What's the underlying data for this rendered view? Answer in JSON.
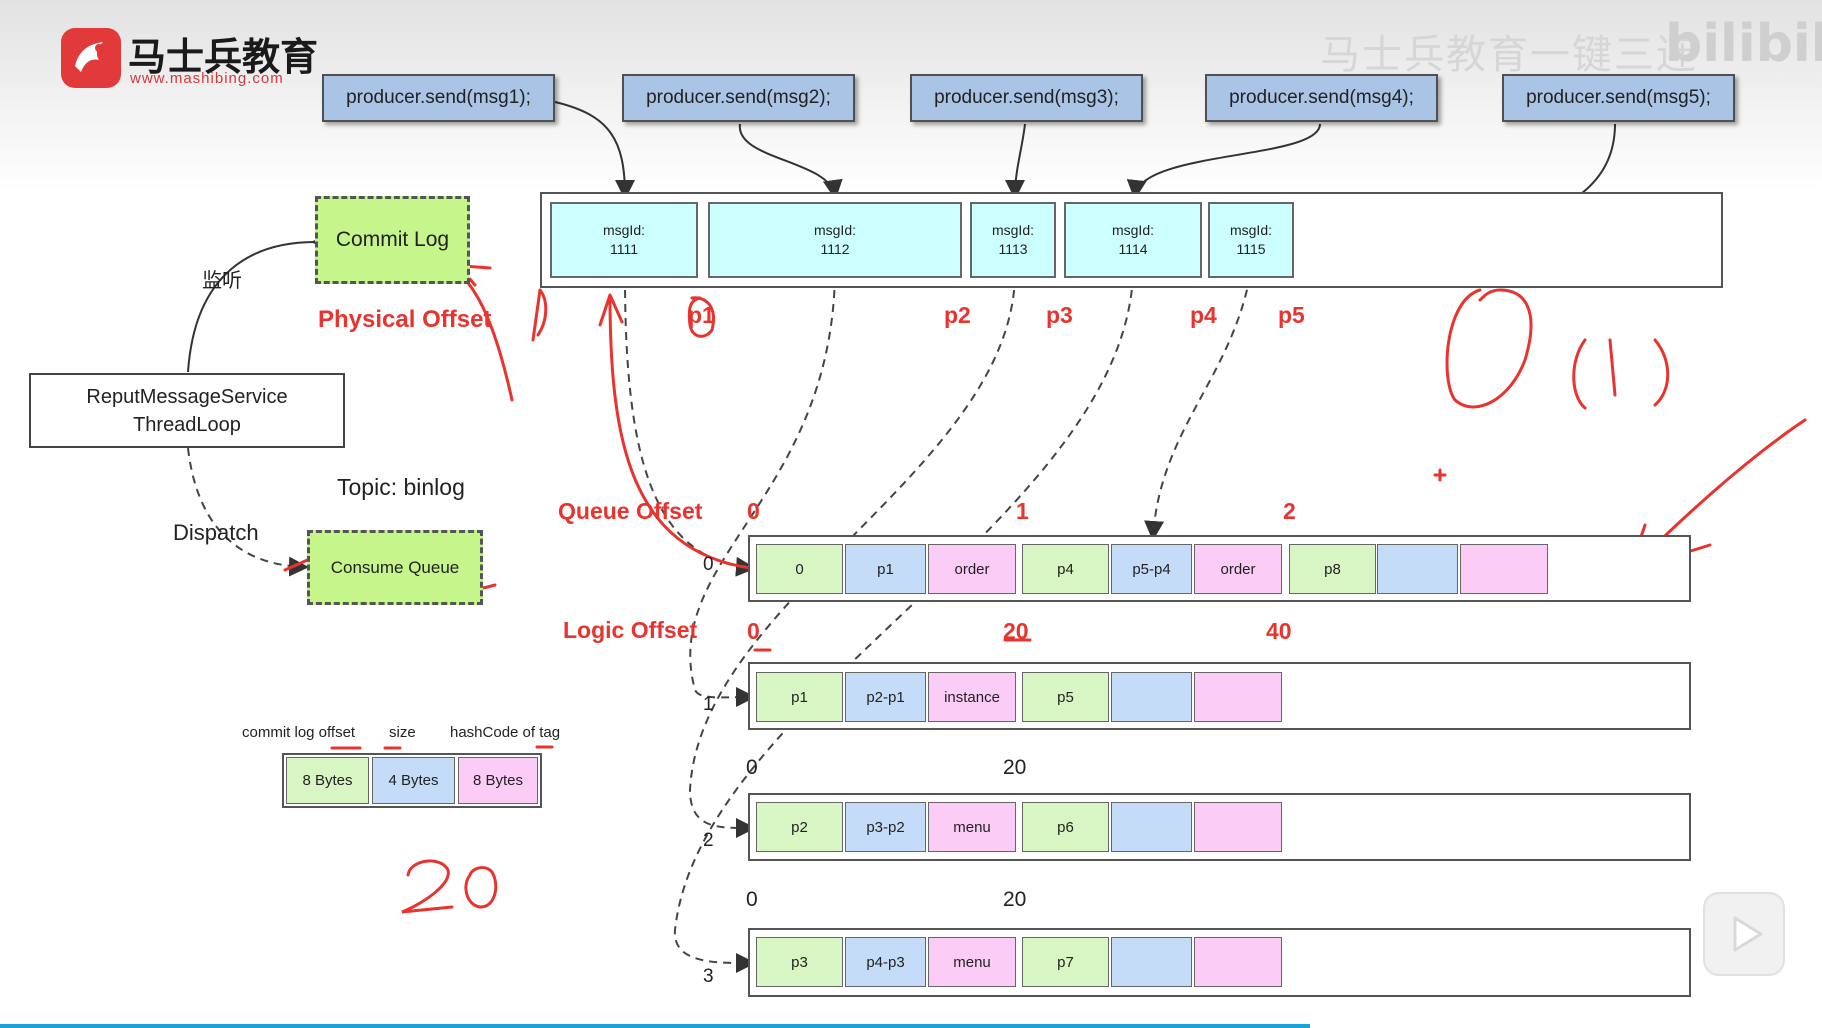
{
  "logo": {
    "title": "马士兵教育",
    "url": "www.mashibing.com"
  },
  "watermark": {
    "text": "马士兵教育一键三连",
    "mark": "bilibili"
  },
  "producers": [
    "producer.send(msg1);",
    "producer.send(msg2);",
    "producer.send(msg3);",
    "producer.send(msg4);",
    "producer.send(msg5);"
  ],
  "messages": [
    {
      "label": "msgId:",
      "id": "1111"
    },
    {
      "label": "msgId:",
      "id": "1112"
    },
    {
      "label": "msgId:",
      "id": "1113"
    },
    {
      "label": "msgId:",
      "id": "1114"
    },
    {
      "label": "msgId:",
      "id": "1115"
    }
  ],
  "physical_positions": [
    "p1",
    "p2",
    "p3",
    "p4",
    "p5"
  ],
  "left": {
    "commit_log": "Commit Log",
    "physical_offset": "Physical Offset",
    "listen": "监听",
    "reput_line1": "ReputMessageService",
    "reput_line2": "ThreadLoop",
    "topic": "Topic: binlog",
    "dispatch": "Dispatch",
    "consume_queue": "Consume Queue"
  },
  "entry_format": {
    "headers": [
      "commit log offset",
      "size",
      "hashCode of tag"
    ],
    "cells": [
      "8 Bytes",
      "4 Bytes",
      "8 Bytes"
    ],
    "handwritten_total": "20"
  },
  "queue_offset": {
    "label": "Queue Offset",
    "values": [
      "0",
      "1",
      "2"
    ]
  },
  "logic_offset": {
    "label": "Logic Offset",
    "values": [
      "0",
      "20",
      "40"
    ]
  },
  "queue_indices": [
    "0",
    "1",
    "2",
    "3"
  ],
  "row_offsets": [
    [
      "0",
      "20"
    ],
    [
      "0",
      "20"
    ]
  ],
  "queues": [
    [
      "0",
      "p1",
      "order",
      "p4",
      "p5-p4",
      "order",
      "p8",
      "",
      ""
    ],
    [
      "p1",
      "p2-p1",
      "instance",
      "p5",
      "",
      ""
    ],
    [
      "p2",
      "p3-p2",
      "menu",
      "p6",
      "",
      ""
    ],
    [
      "p3",
      "p4-p3",
      "menu",
      "p7",
      "",
      ""
    ]
  ],
  "handwritten": {
    "big_o": "O",
    "paren_one": "(1)",
    "plus": "+"
  },
  "colors": {
    "entry_green": "#d8f5c4",
    "entry_blue": "#c4dcf8",
    "entry_pink": "#fbcdf6",
    "message_cyan": "#ccffff",
    "producer_blue": "#aac4e6",
    "annotation_red": "#e8332e"
  }
}
